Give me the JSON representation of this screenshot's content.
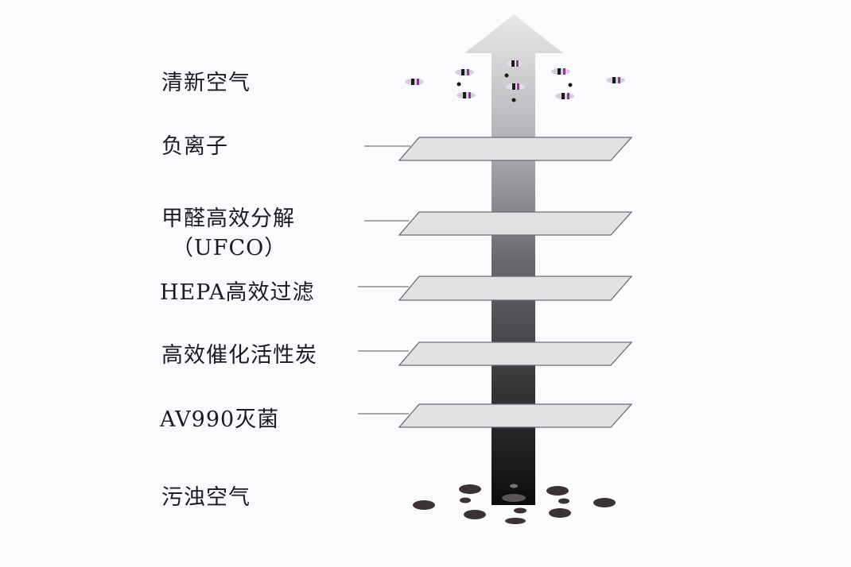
{
  "labels": {
    "fresh_air": "清新空气",
    "negative_ions": "负离子",
    "formaldehyde": "甲醛高效分解",
    "formaldehyde_sub": "（UFCO）",
    "hepa": "HEPA高效过滤",
    "carbon": "高效催化活性炭",
    "av990": "AV990灭菌",
    "polluted_air": "污浊空气"
  },
  "colors": {
    "plate_fill": "#e2e2e2",
    "plate_stroke": "#6a6a72",
    "arrow_top": "#e6e6e6",
    "arrow_bottom": "#0e0e10",
    "particle": "#3a3236"
  }
}
